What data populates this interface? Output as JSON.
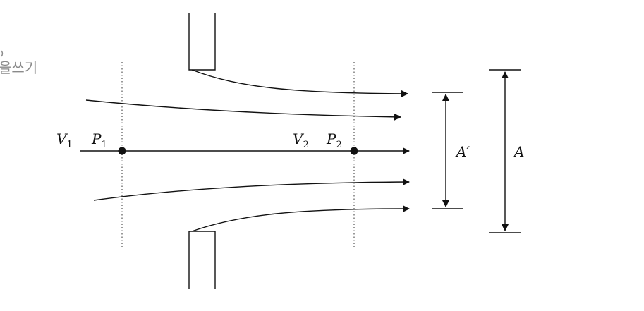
{
  "margin_note": "을쓰기",
  "labels": {
    "v1": {
      "main": "V",
      "sub": "1"
    },
    "p1": {
      "main": "P",
      "sub": "1"
    },
    "v2": {
      "main": "V",
      "sub": "2"
    },
    "p2": {
      "main": "P",
      "sub": "2"
    },
    "a_prime": "A′",
    "a": "A"
  },
  "colors": {
    "ink": "#111111",
    "note": "#8a8a8a"
  }
}
